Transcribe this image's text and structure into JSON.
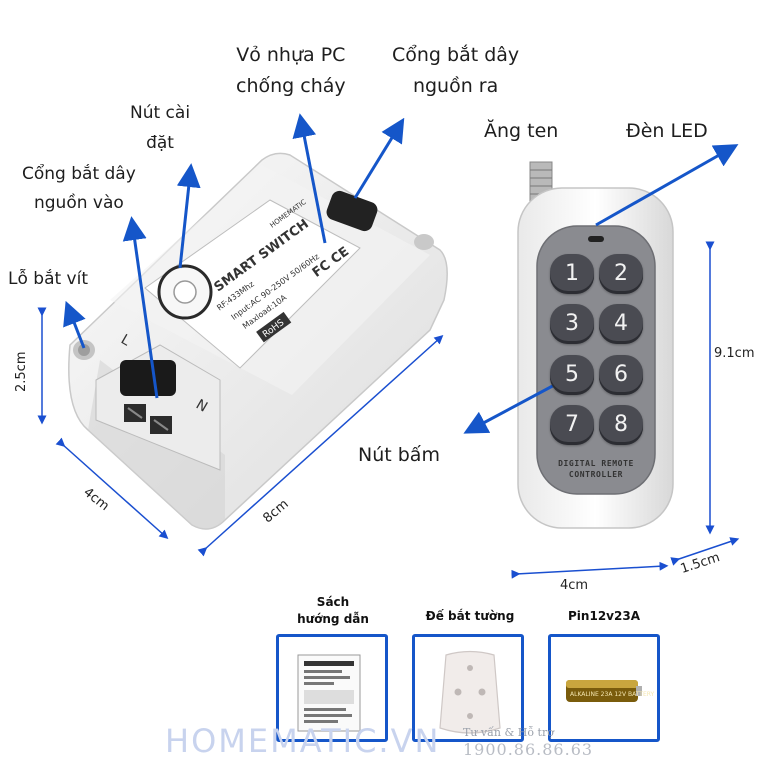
{
  "labels": {
    "housing": [
      "Vỏ nhựa PC",
      "chống cháy"
    ],
    "output_port": [
      "Cổng bắt dây",
      "nguồn ra"
    ],
    "setup_button": [
      "Nút cài",
      "đặt"
    ],
    "input_port": [
      "Cổng bắt dây",
      "nguồn vào"
    ],
    "screw_hole": "Lỗ bắt vít",
    "antenna": "Ăng ten",
    "led": "Đèn LED",
    "keypad": "Nút bấm"
  },
  "dimensions": {
    "receiver_height": "2.5cm",
    "receiver_width": "4cm",
    "receiver_length": "8cm",
    "remote_height": "9.1cm",
    "remote_width": "4cm",
    "remote_thickness": "1.5cm"
  },
  "receiver": {
    "brand": "HOMEMATIC",
    "title": "SMART SWITCH",
    "freq": "RF:433Mhz",
    "input": "Input:AC 90-250V 50/60Hz",
    "maxload": "Maxload:10A",
    "rohs": "RoHS",
    "ce": "FC CE",
    "terminal_l": "L",
    "terminal_n": "N",
    "input_word": "Input"
  },
  "remote": {
    "buttons": [
      "1",
      "2",
      "3",
      "4",
      "5",
      "6",
      "7",
      "8"
    ],
    "brand_line1": "DIGITAL REMOTE",
    "brand_line2": "CONTROLLER"
  },
  "accessories": [
    {
      "title": [
        "Sách",
        "hướng dẫn"
      ]
    },
    {
      "title": [
        "Đế bắt tường"
      ]
    },
    {
      "title": [
        "Pin12v23A"
      ],
      "battery_text": "ALKALINE 23A 12V BATTERY"
    }
  ],
  "footer": {
    "brand": "HOMEMATIC.VN",
    "support": "Tư vấn & Hỗ trợ",
    "phone": "1900.86.86.63"
  },
  "colors": {
    "arrow": "#1556c9",
    "dimension": "#1a4fd0",
    "remote_panel": "#8a8b90",
    "button": "#4a4b52"
  }
}
